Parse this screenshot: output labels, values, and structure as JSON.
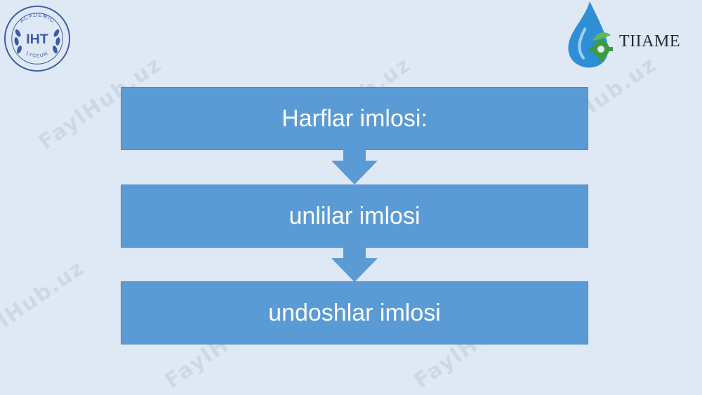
{
  "logos": {
    "left": {
      "top_text": "ACADEMIC",
      "center_text": "IHT",
      "bottom_text": "LYCEUM"
    },
    "right": {
      "text": "TIIAME"
    }
  },
  "watermark": "FaylHub.uz",
  "diagram": {
    "steps": [
      {
        "label": "Harflar imlosi:"
      },
      {
        "label": "unlilar imlosi"
      },
      {
        "label": "undoshlar imlosi"
      }
    ]
  },
  "colors": {
    "box": "#5b9bd5",
    "background": "#dfe9f6",
    "logo_blue": "#3b5aa6",
    "drop_blue": "#2e8fd6",
    "gear_green": "#3f9a3a"
  }
}
